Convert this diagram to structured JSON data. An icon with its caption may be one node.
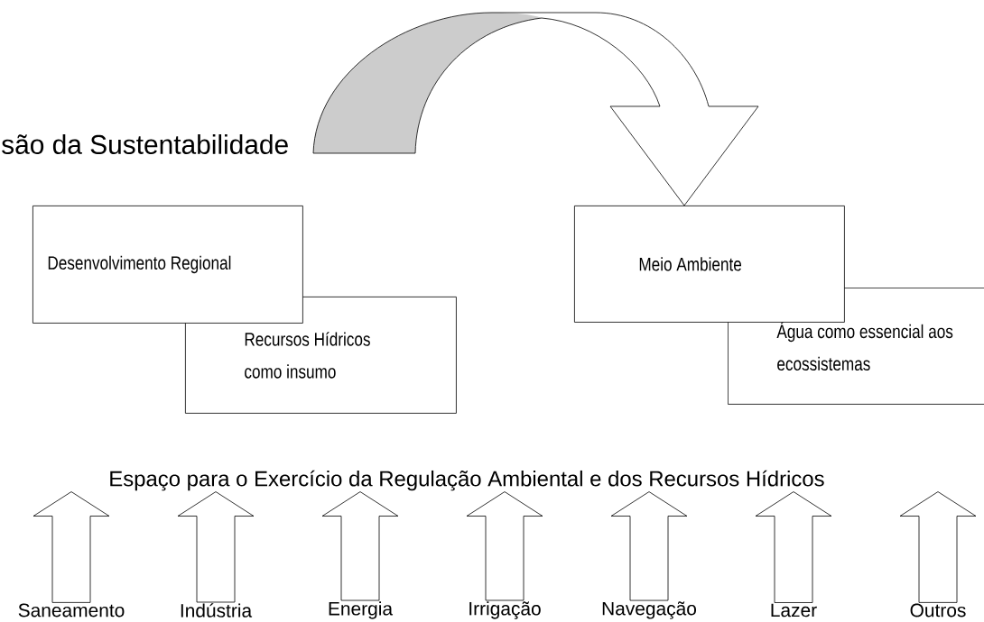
{
  "diagram": {
    "nodes": [
      {
        "text": [
          "são da Sustentabilidade"
        ]
      },
      {
        "text": [
          "Desenvolvimento Regional"
        ]
      },
      {
        "text": [
          "Recursos Hídricos como insumo"
        ]
      },
      {
        "text": [
          "Meio Ambiente"
        ]
      },
      {
        "text": [
          "Água como essencial aos ecossistemas"
        ]
      },
      {
        "text": [
          "Espaço para o Exercício da Regulação Ambiental e dos Recursos Hídricos"
        ]
      },
      {
        "text": [
          "Saneamento"
        ]
      },
      {
        "text": [
          "Indústria"
        ]
      },
      {
        "text": [
          "Energia"
        ]
      },
      {
        "text": [
          "Irrigação"
        ]
      },
      {
        "text": [
          "Navegação"
        ]
      },
      {
        "text": [
          "Lazer"
        ]
      },
      {
        "text": [
          "Outros"
        ]
      }
    ],
    "edges": [
      {
        "from": 0,
        "to": 3,
        "arrow": "to"
      },
      {
        "from": 6,
        "to": 5,
        "arrow": "to"
      },
      {
        "from": 7,
        "to": 5,
        "arrow": "to"
      },
      {
        "from": 8,
        "to": 5,
        "arrow": "to"
      },
      {
        "from": 9,
        "to": 5,
        "arrow": "to"
      },
      {
        "from": 10,
        "to": 5,
        "arrow": "to"
      },
      {
        "from": 11,
        "to": 5,
        "arrow": "to"
      },
      {
        "from": 12,
        "to": 5,
        "arrow": "to"
      }
    ]
  }
}
